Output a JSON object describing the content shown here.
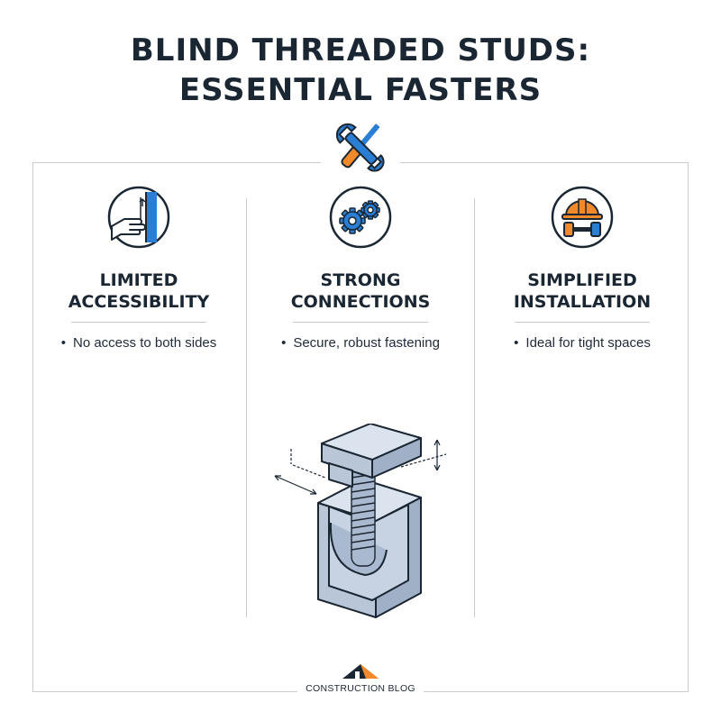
{
  "title": {
    "line1": "BLIND THREADED STUDS:",
    "line2": "ESSENTIAL FASTERS"
  },
  "columns": [
    {
      "title_line1": "LIMITED",
      "title_line2": "ACCESSIBILITY",
      "bullet": "No access to both sides",
      "icon": "hand-at-wall-icon"
    },
    {
      "title_line1": "STRONG",
      "title_line2": "CONNECTIONS",
      "bullet": "Secure, robust fastening",
      "icon": "gears-icon"
    },
    {
      "title_line1": "SIMPLIFIED",
      "title_line2": "INSTALLATION",
      "bullet": "Ideal for tight spaces",
      "icon": "hardhat-wrench-icon"
    }
  ],
  "header_icon": "wrench-screwdriver-icon",
  "footer": {
    "text": "CONSTRUCTION BLOG",
    "logo": "roof-logo-icon"
  },
  "colors": {
    "title": "#1b2633",
    "accent_blue": "#2a7fd4",
    "accent_orange": "#f28a2c",
    "steel": "#b9c6d8",
    "rule": "#c9ccd1"
  }
}
